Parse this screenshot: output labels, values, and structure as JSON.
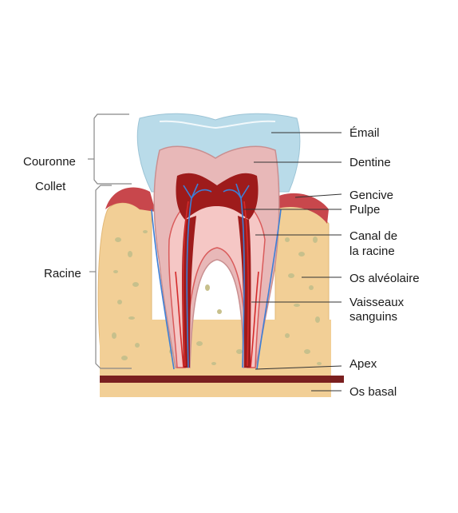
{
  "labels_left": {
    "couronne": "Couronne",
    "collet": "Collet",
    "racine": "Racine"
  },
  "labels_right": {
    "email": "Émail",
    "dentine": "Dentine",
    "gencive": "Gencive",
    "pulpe": "Pulpe",
    "canal_line1": "Canal de",
    "canal_line2": "la racine",
    "os_alveolaire": "Os alvéolaire",
    "vaisseaux_line1": "Vaisseaux",
    "vaisseaux_line2": "sanguins",
    "apex": "Apex",
    "os_basal": "Os basal"
  },
  "colors": {
    "enamel": "#b9dbe9",
    "dentine": "#e8b8b8",
    "pulp": "#9e1b1b",
    "gum": "#c8474c",
    "bone": "#f2cf96",
    "vessel_red": "#d42a2a",
    "vessel_blue": "#3d7fd6",
    "line": "#333333"
  }
}
